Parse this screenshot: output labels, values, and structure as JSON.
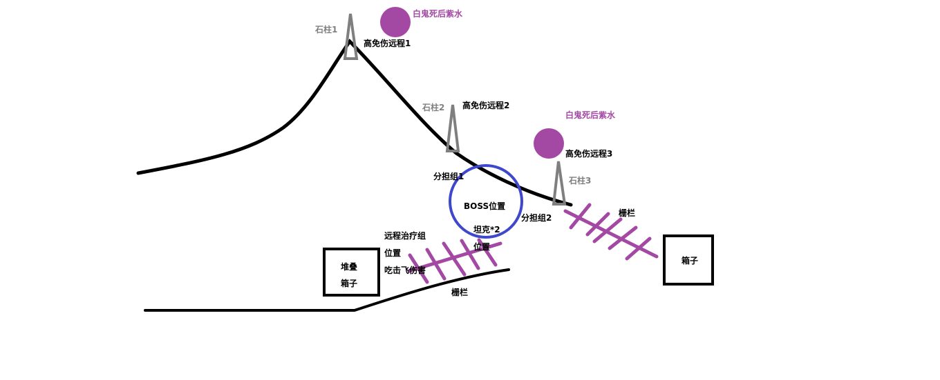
{
  "colors": {
    "terrain": "#000000",
    "pillar": "#7f7f7f",
    "purple_water": "#a349a4",
    "fence": "#a349a4",
    "boss_circle": "#3f48cc"
  },
  "pillars": {
    "p1": "石柱1",
    "p2": "石柱2",
    "p3": "石柱3"
  },
  "ranged": {
    "r1": "高免伤远程1",
    "r2": "高免伤远程2",
    "r3": "高免伤远程3"
  },
  "water": {
    "w1": "白鬼死后紫水",
    "w2": "白鬼死后紫水"
  },
  "split_groups": {
    "g1": "分担组1",
    "g2": "分担组2"
  },
  "boss": {
    "label": "BOSS位置"
  },
  "tank": {
    "line1": "坦克*2",
    "line2": "位置"
  },
  "healer": {
    "line1": "远程治疗组",
    "line2": "位置",
    "line3": "吃击飞伤害"
  },
  "fence": {
    "left": "栅栏",
    "right": "栅栏"
  },
  "boxes": {
    "stack_line1": "堆叠",
    "stack_line2": "箱子",
    "right": "箱子"
  }
}
